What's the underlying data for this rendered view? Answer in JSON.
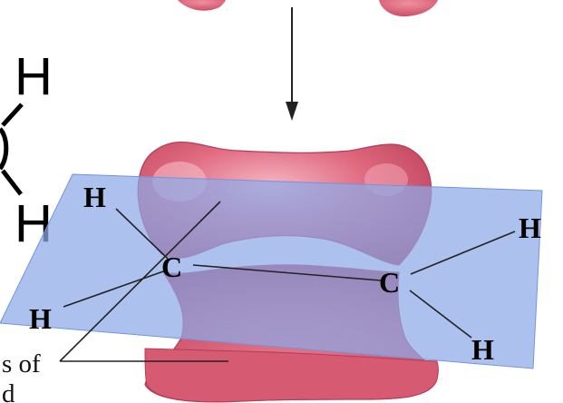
{
  "colors": {
    "lobe_fill": "#d9566d",
    "lobe_highlight": "#f4a8b6",
    "lobe_shadow": "#a8304a",
    "plane_fill": "#8fa9e6",
    "plane_stroke": "#6f8fd8",
    "bond_line": "#222222",
    "arrow": "#222222"
  },
  "left_structure": {
    "h_top": "H",
    "h_bottom": "H"
  },
  "main_structure": {
    "h_top_left": "H",
    "h_bottom_left": "H",
    "c_left": "C",
    "c_right": "C",
    "h_top_right": "H",
    "h_bottom_right": "H"
  },
  "caption": {
    "line1": "s of",
    "line2": "d"
  },
  "icons": {
    "arrow": "down-arrow-icon"
  }
}
